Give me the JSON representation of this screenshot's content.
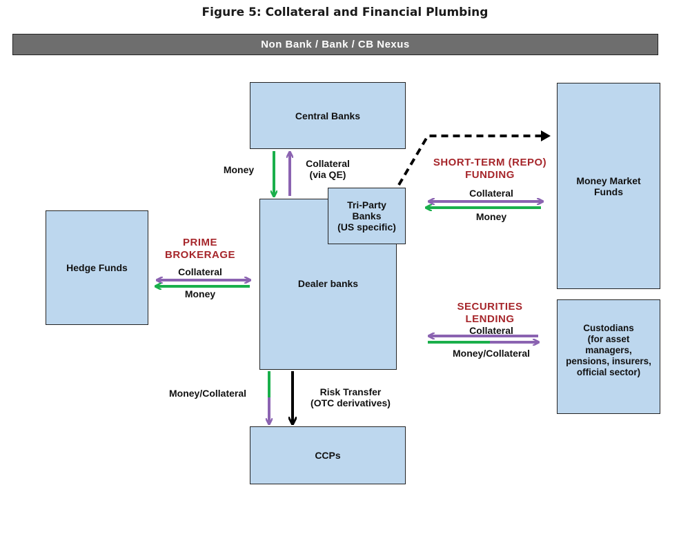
{
  "title": "Figure 5: Collateral and Financial Plumbing",
  "banner": "Non Bank / Bank / CB Nexus",
  "nodes": {
    "central_banks": "Central Banks",
    "dealer_banks": "Dealer banks",
    "tri_party": "Tri-Party\nBanks\n(US specific)",
    "hedge_funds": "Hedge Funds",
    "money_market": "Money Market\nFunds",
    "custodians": "Custodians\n(for asset\nmanagers,\npensions, insurers,\nofficial sector)",
    "ccps": "CCPs"
  },
  "labels": {
    "cb_money": "Money",
    "cb_collateral": "Collateral\n(via QE)",
    "prime_brokerage": "PRIME\nBROKERAGE",
    "pb_collateral": "Collateral",
    "pb_money": "Money",
    "repo_funding": "SHORT-TERM (REPO)\nFUNDING",
    "repo_collateral": "Collateral",
    "repo_money": "Money",
    "sec_lending": "SECURITIES\nLENDING",
    "sl_collateral": "Collateral",
    "sl_money_collateral": "Money/Collateral",
    "ccp_money_collateral": "Money/Collateral",
    "risk_transfer": "Risk Transfer\n(OTC derivatives)"
  },
  "colors": {
    "box_fill": "#bdd7ee",
    "money_arrow": "#1aaf4b",
    "collateral_arrow": "#8b63b1",
    "risk_arrow": "#000000",
    "accent_label": "#a6262b",
    "banner_fill": "#6e6e6e"
  }
}
